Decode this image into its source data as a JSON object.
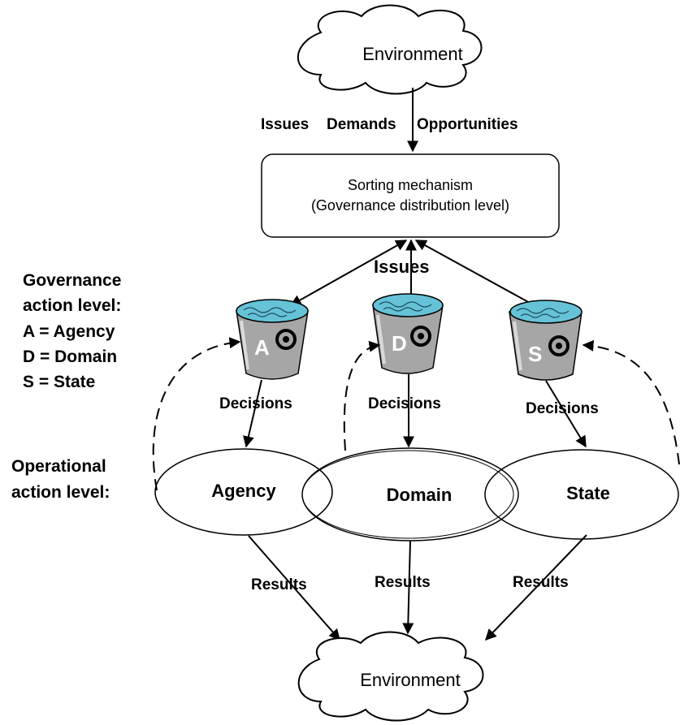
{
  "environment_top": "Environment",
  "environment_bottom": "Environment",
  "inputs": {
    "issues": "Issues",
    "demands": "Demands",
    "opportunities": "Opportunities"
  },
  "sorting": {
    "line1": "Sorting mechanism",
    "line2": "(Governance distribution level)"
  },
  "issues_label": "Issues",
  "governance": {
    "line1": "Governance",
    "line2": "action level:",
    "a": "A = Agency",
    "d": "D = Domain",
    "s": "S = State"
  },
  "operational": {
    "line1": "Operational",
    "line2": "action level:"
  },
  "buckets": [
    {
      "letter": "A"
    },
    {
      "letter": "D"
    },
    {
      "letter": "S"
    }
  ],
  "decisions": [
    "Decisions",
    "Decisions",
    "Decisions"
  ],
  "ellipses": [
    "Agency",
    "Domain",
    "State"
  ],
  "results": [
    "Results",
    "Results",
    "Results"
  ],
  "colors": {
    "bucket_gray": "#a6a6a6",
    "water": "#66c2d6",
    "stroke": "#000000"
  }
}
